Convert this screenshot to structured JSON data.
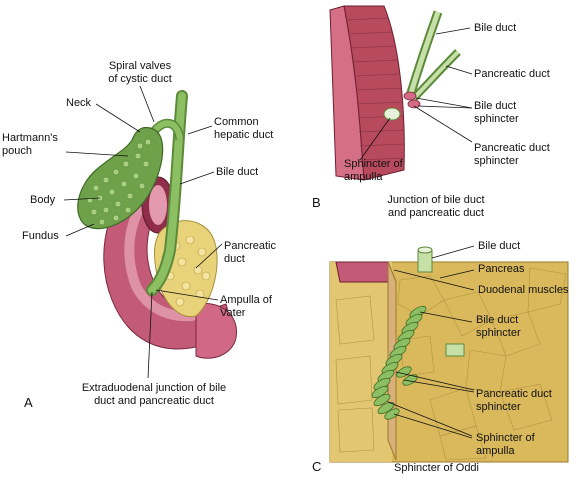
{
  "panels": {
    "a": "A",
    "b": "B",
    "c": "C"
  },
  "panel_a": {
    "spiral_valves": "Spiral valves\nof cystic duct",
    "neck": "Neck",
    "hartmanns_pouch": "Hartmann's\npouch",
    "body": "Body",
    "fundus": "Fundus",
    "common_hepatic_duct": "Common\nhepatic duct",
    "bile_duct": "Bile duct",
    "pancreatic_duct": "Pancreatic\nduct",
    "ampulla_of_vater": "Ampulla of\nVater",
    "extraduodenal": "Extraduodenal junction of bile\nduct and pancreatic duct"
  },
  "panel_b": {
    "bile_duct": "Bile duct",
    "pancreatic_duct": "Pancreatic duct",
    "bile_duct_sphincter": "Bile duct\nsphincter",
    "pancreatic_duct_sphincter": "Pancreatic duct\nsphincter",
    "sphincter_of_ampulla": "Sphincter of\nampulla",
    "caption": "Junction of bile duct\nand pancreatic duct"
  },
  "panel_c": {
    "bile_duct": "Bile duct",
    "pancreas": "Pancreas",
    "duodenal_muscles": "Duodenal muscles",
    "bile_duct_sphincter": "Bile duct\nsphincter",
    "pancreatic_duct_sphincter": "Pancreatic duct\nsphincter",
    "sphincter_of_ampulla": "Sphincter of\nampulla",
    "caption": "Sphincter of Oddi"
  },
  "colors": {
    "gallbladder": "#6fa04a",
    "duct": "#8cbf62",
    "duodenum": "#c25a78",
    "duodenum_light": "#e8a9b9",
    "pancreas": "#e8d27a",
    "muscle": "#b84a5e",
    "tissue": "#d9b95c"
  }
}
